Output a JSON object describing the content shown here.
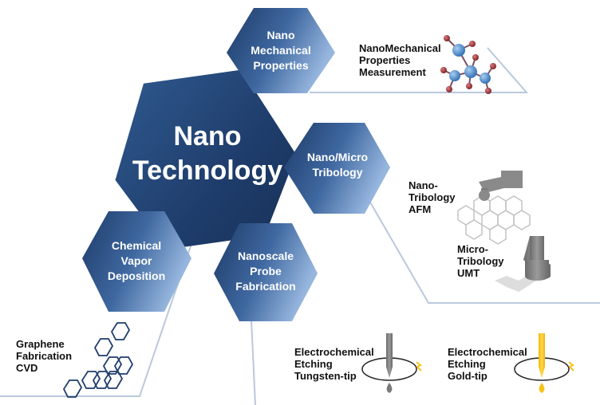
{
  "center": {
    "line1": "Nano",
    "line2": "Technology"
  },
  "hexagons": {
    "mechanical": {
      "lines": [
        "Nano",
        "Mechanical",
        "Properties"
      ]
    },
    "tribology": {
      "lines": [
        "Nano/Micro",
        "Tribology"
      ]
    },
    "cvd": {
      "lines": [
        "Chemical",
        "Vapor",
        "Deposition"
      ]
    },
    "probe": {
      "lines": [
        "Nanoscale",
        "Probe",
        "Fabrication"
      ]
    }
  },
  "labels": {
    "mech_measure": [
      "NanoMechanical",
      "Properties",
      "Measurement"
    ],
    "nano_afm": [
      "Nano-",
      "Tribology",
      "AFM"
    ],
    "micro_umt": [
      "Micro-",
      "Tribology",
      "UMT"
    ],
    "graphene": [
      "Graphene",
      "Fabrication",
      "CVD"
    ],
    "tungsten": [
      "Electrochemical",
      "Etching",
      "Tungsten-tip"
    ],
    "gold": [
      "Electrochemical",
      "Etching",
      "Gold-tip"
    ]
  },
  "colors": {
    "hex_dark": "#1f3d6c",
    "hex_light": "#8fb0d9",
    "line": "#b9c9dd",
    "tip_gray": "#7a7a7a",
    "tip_gold": "#f6c21a",
    "atom_red": "#9b2f33",
    "atom_blue": "#4a86c8"
  }
}
